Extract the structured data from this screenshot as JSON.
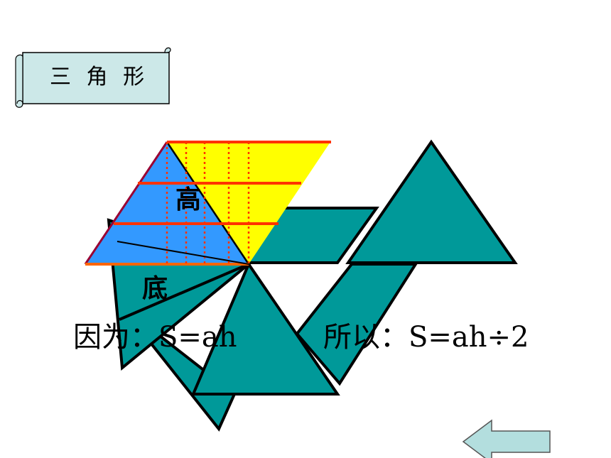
{
  "title": {
    "text": "三 角 形"
  },
  "labels": {
    "height": "高",
    "base": "底"
  },
  "formulas": {
    "because": "因为：S=ah",
    "therefore": "所以：S=ah÷2"
  },
  "colors": {
    "teal_shape": "#009999",
    "yellow_fill": "#ffff00",
    "blue_fill": "#3399ff",
    "orange_line": "#ff3300",
    "scroll_fill": "#cce8e8",
    "arrow_fill": "#b3dede"
  },
  "navigation": {
    "back_icon": "left-arrow-icon"
  }
}
